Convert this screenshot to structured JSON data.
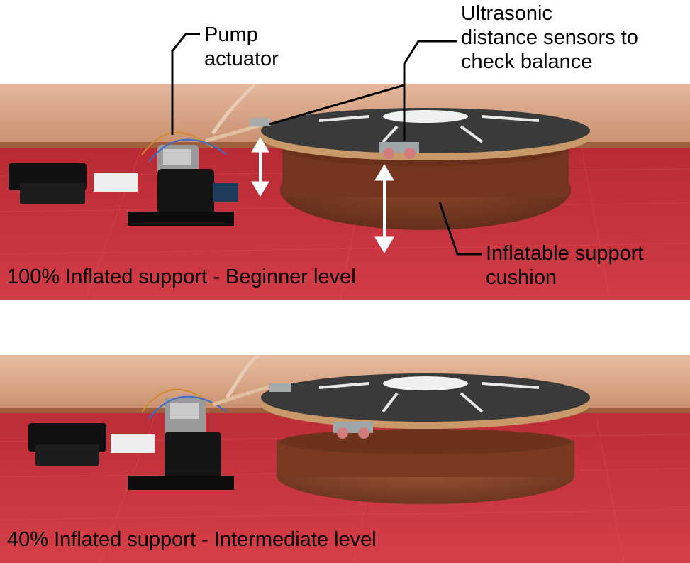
{
  "panels": [
    {
      "id": "top",
      "caption": "100% Inflated support - Beginner level",
      "inflation_percent": 100
    },
    {
      "id": "bottom",
      "caption": "40% Inflated support - Intermediate level",
      "inflation_percent": 40
    }
  ],
  "callouts": {
    "pump": {
      "line1": "Pump",
      "line2": "actuator"
    },
    "sensors": {
      "line1": "Ultrasonic",
      "line2": "distance sensors to",
      "line3": "check balance"
    },
    "cushion": {
      "line1": "Inflatable support",
      "line2": "cushion"
    }
  },
  "colors": {
    "carpet": "#c8323c",
    "wall": "#d9a98e",
    "wood": "#b07a4a",
    "board_top": "#3a3a3a",
    "cushion": "#7a3a22",
    "arrow": "#ffffff"
  }
}
